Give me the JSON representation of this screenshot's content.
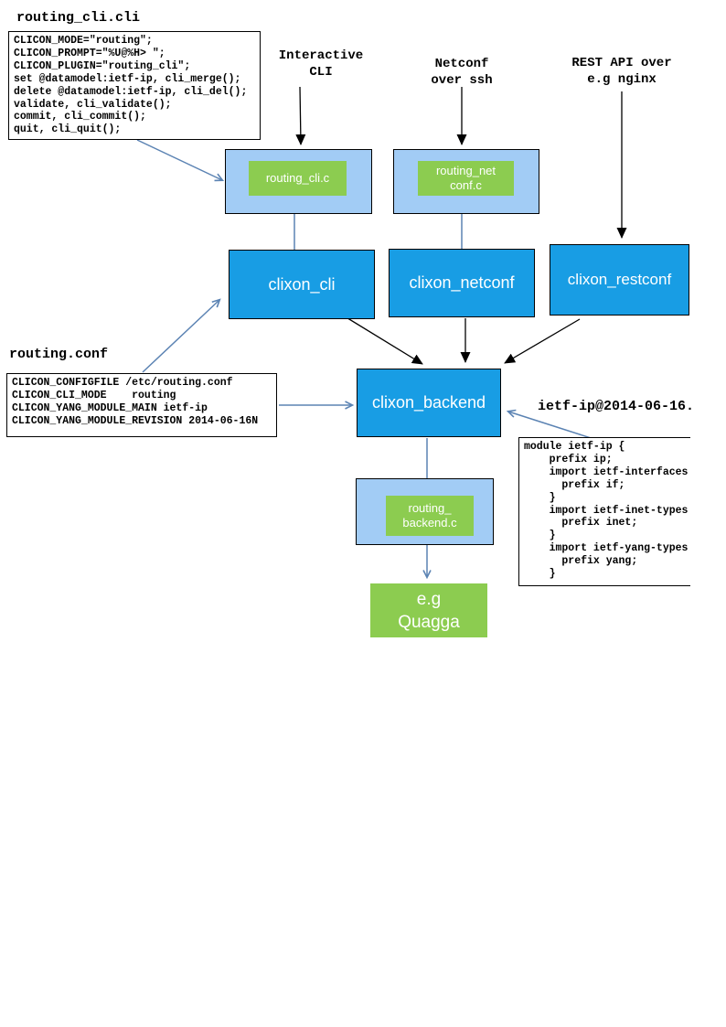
{
  "colors": {
    "node_blue": "#189de4",
    "plugin_blue": "#a2ccf5",
    "green": "#8ccc50",
    "connector_blue": "#5b83b3",
    "arrow_black": "#000000"
  },
  "files": {
    "cli_spec": {
      "title": "routing_cli.cli",
      "lines": [
        "CLICON_MODE=\"routing\";",
        "CLICON_PROMPT=\"%U@%H> \";",
        "CLICON_PLUGIN=\"routing_cli\";",
        "set @datamodel:ietf-ip, cli_merge();",
        "delete @datamodel:ietf-ip, cli_del();",
        "validate, cli_validate();",
        "commit, cli_commit();",
        "quit, cli_quit();"
      ]
    },
    "conf": {
      "title": "routing.conf",
      "lines": [
        "CLICON_CONFIGFILE /etc/routing.conf",
        "CLICON_CLI_MODE    routing",
        "CLICON_YANG_MODULE_MAIN ietf-ip",
        "CLICON_YANG_MODULE_REVISION 2014-06-16N"
      ]
    },
    "yang": {
      "name": "ietf-ip@2014-06-16.",
      "lines": [
        "module ietf-ip {",
        "    prefix ip;",
        "    import ietf-interfaces {",
        "      prefix if;",
        "    }",
        "    import ietf-inet-types {",
        "      prefix inet;",
        "    }",
        "    import ietf-yang-types {",
        "      prefix yang;",
        "    }"
      ]
    }
  },
  "annotations": {
    "interactive_cli": [
      "Interactive",
      "CLI"
    ],
    "netconf_ssh": [
      "Netconf",
      "over ssh"
    ],
    "rest_api": [
      "REST API over",
      "e.g nginx"
    ]
  },
  "nodes": {
    "routing_cli_c": "routing_cli.c",
    "routing_netconf_c": [
      "routing_net",
      "conf.c"
    ],
    "clixon_cli": "clixon_cli",
    "clixon_netconf": "clixon_netconf",
    "clixon_restconf": "clixon_restconf",
    "clixon_backend": "clixon_backend",
    "routing_backend_c": [
      "routing_",
      "backend.c"
    ],
    "quagga": [
      "e.g",
      "Quagga"
    ]
  }
}
